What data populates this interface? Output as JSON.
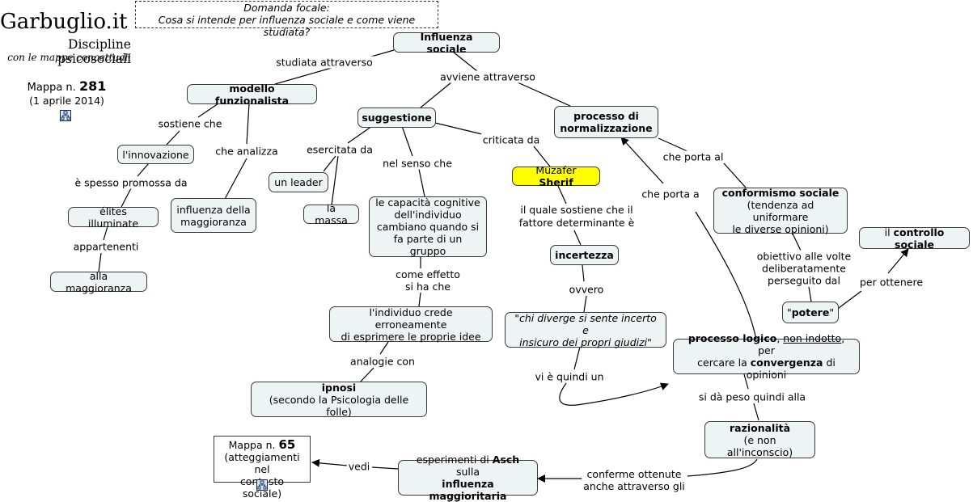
{
  "focal": {
    "line1": "Domanda focale:",
    "line2": "Cosa si intende per influenza sociale e come viene studiata?"
  },
  "brand": {
    "title": "Garbuglio.it",
    "subtitle": "Discipline psicosociali",
    "tagline": "con le mappe concettuali",
    "map_prefix": "Mappa n.",
    "map_number": "281",
    "date": "(1 aprile 2014)",
    "icon": "concept-map-icon"
  },
  "nodes": {
    "influenza_sociale": "Influenza sociale",
    "modello_funzionalista": "modello funzionalista",
    "suggestione": "suggestione",
    "processo_normalizzazione": {
      "l1": "processo di",
      "l2": "normalizzazione"
    },
    "innovazione": "l'innovazione",
    "influenza_maggioranza": {
      "l1": "influenza della",
      "l2": "maggioranza"
    },
    "leader": "un leader",
    "massa": "la massa",
    "capacita": {
      "l1": "le capacità cognitive",
      "l2": "dell'individuo",
      "l3": "cambiano quando si",
      "l4": "fa parte di un gruppo"
    },
    "sherif": {
      "first": "Muzafer",
      "last": "Sherif"
    },
    "elites": "élites illuminate",
    "alla_maggioranza": "alla maggioranza",
    "conformismo": {
      "title": "conformismo sociale",
      "l2": "(tendenza ad uniformare",
      "l3": "le diverse opinioni)"
    },
    "controllo": {
      "pre": "il",
      "bold": "controllo sociale"
    },
    "incertezza": "incertezza",
    "potere": {
      "q1": "\"",
      "bold": "potere",
      "q2": "\""
    },
    "individuo_crede": {
      "l1": "l'individuo crede erroneamente",
      "l2": "di esprimere le proprie idee"
    },
    "chi_diverge": {
      "l1": "\"chi diverge si sente incerto e",
      "l2": "insicuro dei propri giudizi\""
    },
    "processo_logico": {
      "b1": "processo logico",
      "c1": ",",
      "u": "non indotto",
      "t1": ", per",
      "t2": "cercare la",
      "b2": "convergenza",
      "t3": "di opinioni"
    },
    "ipnosi": {
      "title": "ipnosi",
      "l2": "(secondo la Psicologia delle folle)"
    },
    "razionalita": {
      "title": "razionalità",
      "l2": "(e non all'inconscio)"
    },
    "mappa65": {
      "prefix": "Mappa n.",
      "num": "65",
      "l2": "(atteggiamenti nel",
      "l3": "contesto sociale)"
    },
    "esperimenti": {
      "t1": "esperimenti di",
      "b1": "Asch",
      "t2": "sulla",
      "b2": "influenza maggioritaria"
    }
  },
  "labels": {
    "studiata": "studiata attraverso",
    "avviene": "avviene attraverso",
    "sostiene": "sostiene che",
    "che_analizza": "che analizza",
    "esercitata": "esercitata da",
    "nel_senso": "nel senso che",
    "criticata": "criticata da",
    "che_porta_al": "che porta al",
    "che_porta_a": "che porta a",
    "spesso_promossa": "è spesso promossa da",
    "appartenenti": "appartenenti",
    "quale_sostiene": {
      "l1": "il quale sostiene che il",
      "l2": "fattore determinante è"
    },
    "obiettivo": {
      "l1": "obiettivo alle volte",
      "l2": "deliberatamente",
      "l3": "perseguito dal"
    },
    "per_ottenere": "per ottenere",
    "come_effetto": {
      "l1": "come effetto",
      "l2": "si ha che"
    },
    "ovvero": "ovvero",
    "analogie": "analogie con",
    "quindi_un": "vi è quindi un",
    "peso": "si dà peso quindi alla",
    "conferme": {
      "l1": "conferme ottenute",
      "l2": "anche attraverso gli"
    },
    "vedi": "vedi"
  },
  "colors": {
    "node_fill": "#eef3f3",
    "highlight": "#ffff00",
    "stroke": "#000000"
  }
}
